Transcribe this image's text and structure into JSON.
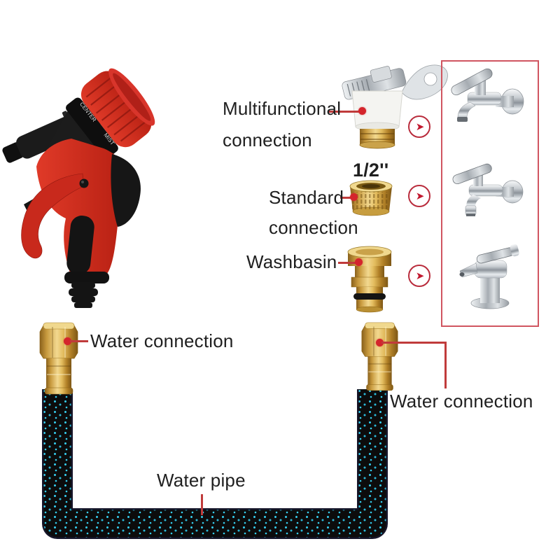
{
  "annotations": {
    "multifunctional_line1": "Multifunctional",
    "multifunctional_line2": "connection",
    "standard_size": "1/2''",
    "standard_line1": "Standard",
    "standard_line2": "connection",
    "washbasin": "Washbasin",
    "water_connection_left": "Water connection",
    "water_connection_right": "Water connection",
    "water_pipe": "Water pipe"
  },
  "sprayer": {
    "ring_marking_1": "CENTER",
    "ring_marking_2": "MIST"
  },
  "icons": {
    "arrow_right_glyph": "➤"
  },
  "colors": {
    "background": "#ffffff",
    "label_text": "#1f1f1f",
    "leader_line": "#c03b3b",
    "leader_dot": "#d4252c",
    "faucet_box_border": "#d05560",
    "arrow_badge": "#b92c3c",
    "gun_red": "#cf2a1d",
    "gun_black": "#161616",
    "brass_light": "#f2d88f",
    "brass_dark": "#8a611c",
    "hose_black": "#0c0c0c",
    "hose_speckle": "#35cdee",
    "chrome_light": "#f8f9fa",
    "chrome_dark": "#8d949b"
  }
}
